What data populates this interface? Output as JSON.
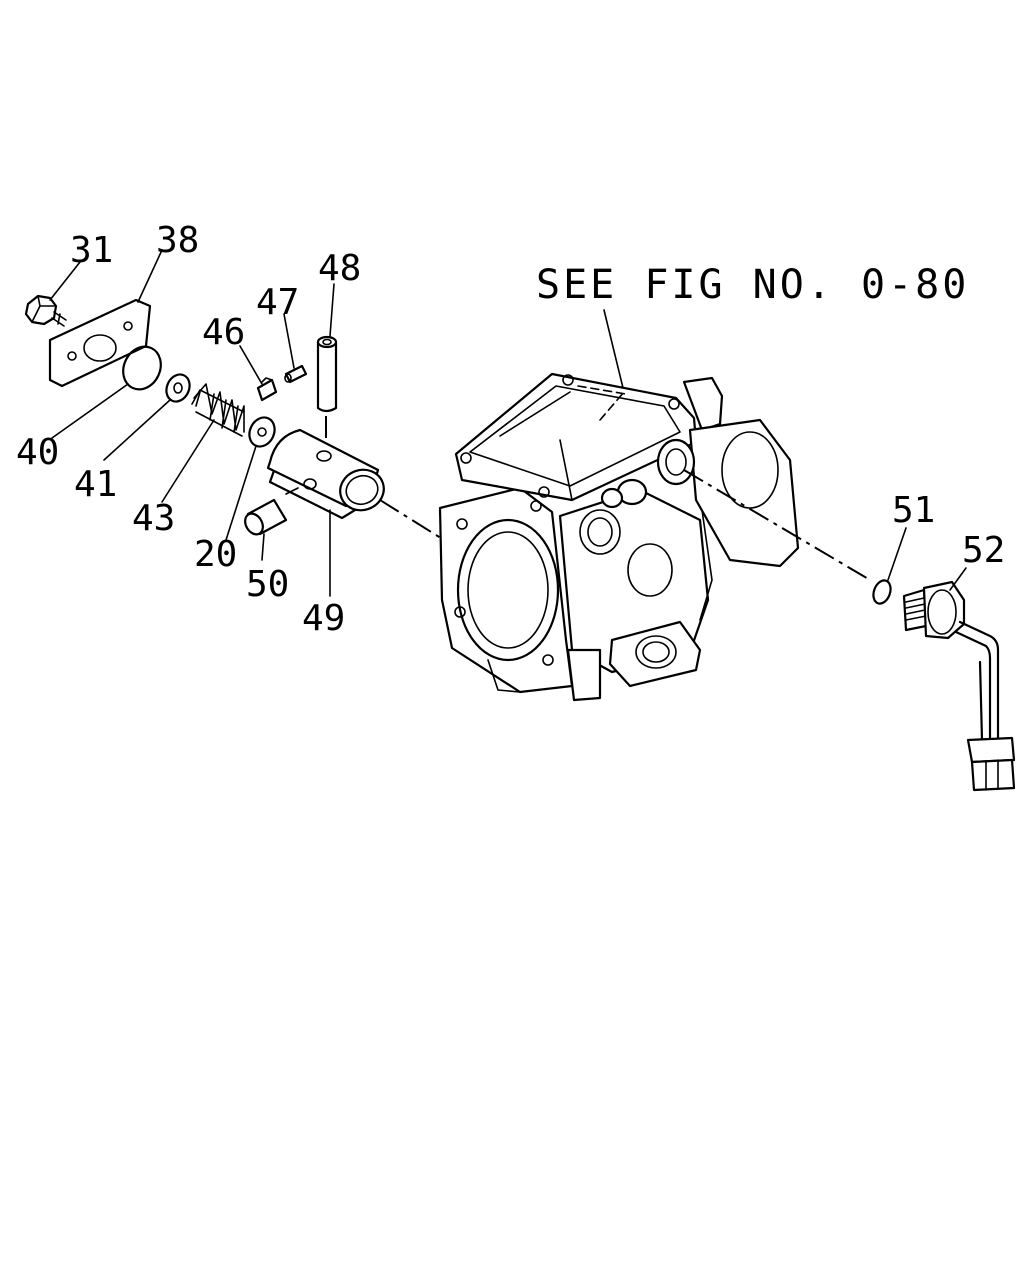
{
  "reference_note": "SEE FIG NO. 0-80",
  "callouts": [
    {
      "id": "31",
      "text": "31"
    },
    {
      "id": "38",
      "text": "38"
    },
    {
      "id": "48",
      "text": "48"
    },
    {
      "id": "47",
      "text": "47"
    },
    {
      "id": "46",
      "text": "46"
    },
    {
      "id": "40",
      "text": "40"
    },
    {
      "id": "41",
      "text": "41"
    },
    {
      "id": "43",
      "text": "43"
    },
    {
      "id": "20",
      "text": "20"
    },
    {
      "id": "50",
      "text": "50"
    },
    {
      "id": "49",
      "text": "49"
    },
    {
      "id": "51",
      "text": "51"
    },
    {
      "id": "52",
      "text": "52"
    }
  ]
}
